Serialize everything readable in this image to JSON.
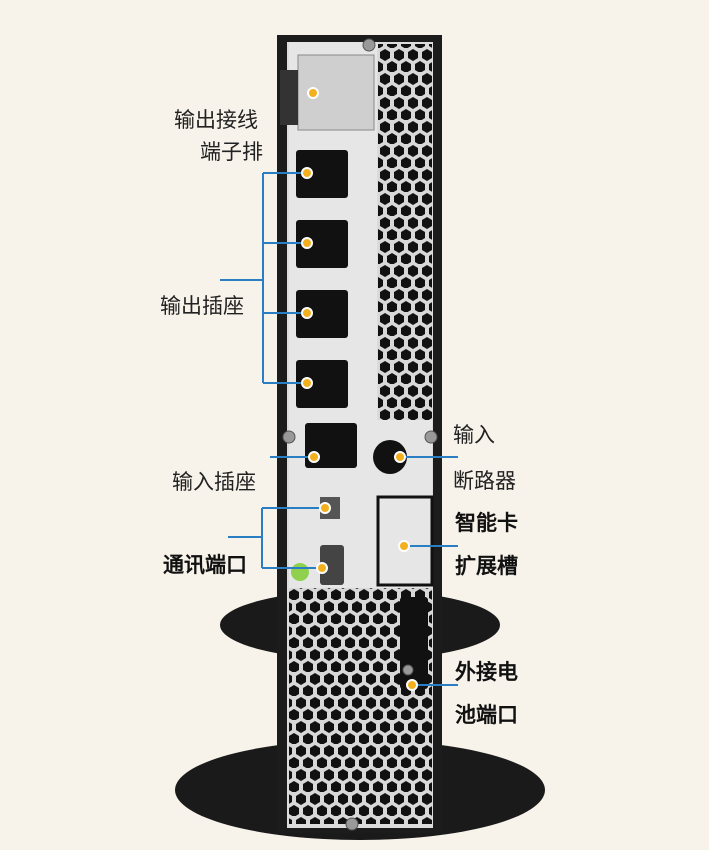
{
  "labels": {
    "output_terminal_1": "输出接线",
    "output_terminal_2": "端子排",
    "output_outlets": "输出插座",
    "input_socket": "输入插座",
    "comm_port": "通讯端口",
    "input_breaker_1": "输入",
    "input_breaker_2": "断路器",
    "smart_card_1": "智能卡",
    "smart_card_2": "扩展槽",
    "battery_port_1": "外接电",
    "battery_port_2": "池端口"
  },
  "colors": {
    "line": "#2a7fc4",
    "dot": "#f2b01e",
    "background": "#f7f2ea"
  }
}
